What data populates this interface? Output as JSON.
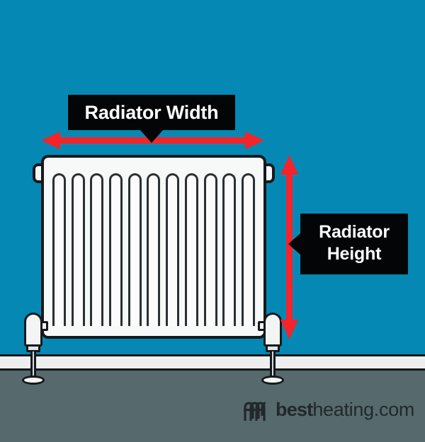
{
  "scene": {
    "title": "Radiator measurement diagram",
    "colors": {
      "wall": "#0589b4",
      "floor": "#566a6e",
      "baseboard": "#eeeeee",
      "outline": "#15191c",
      "arrow_red": "#f5232a",
      "callout_bg": "#030507",
      "callout_text": "#ffffff",
      "radiator_body": "#f7f8f8",
      "logo_text": "#22282b"
    }
  },
  "callouts": {
    "width": {
      "label": "Radiator Width",
      "pointer_direction": "down"
    },
    "height": {
      "label_line1": "Radiator",
      "label_line2": "Height",
      "pointer_direction": "left"
    }
  },
  "arrows": {
    "width_arrow": {
      "name": "horizontal-double-arrow",
      "orientation": "horizontal",
      "heads": "both",
      "color": "#f5232a"
    },
    "height_arrow": {
      "name": "vertical-double-arrow",
      "orientation": "vertical",
      "heads": "both",
      "color": "#f5232a"
    }
  },
  "radiator": {
    "fin_count": 11,
    "valves": [
      "left-valve",
      "right-valve"
    ]
  },
  "logo": {
    "bold_part": "best",
    "light_part": "heating.com",
    "mark": "radiator-icon"
  }
}
